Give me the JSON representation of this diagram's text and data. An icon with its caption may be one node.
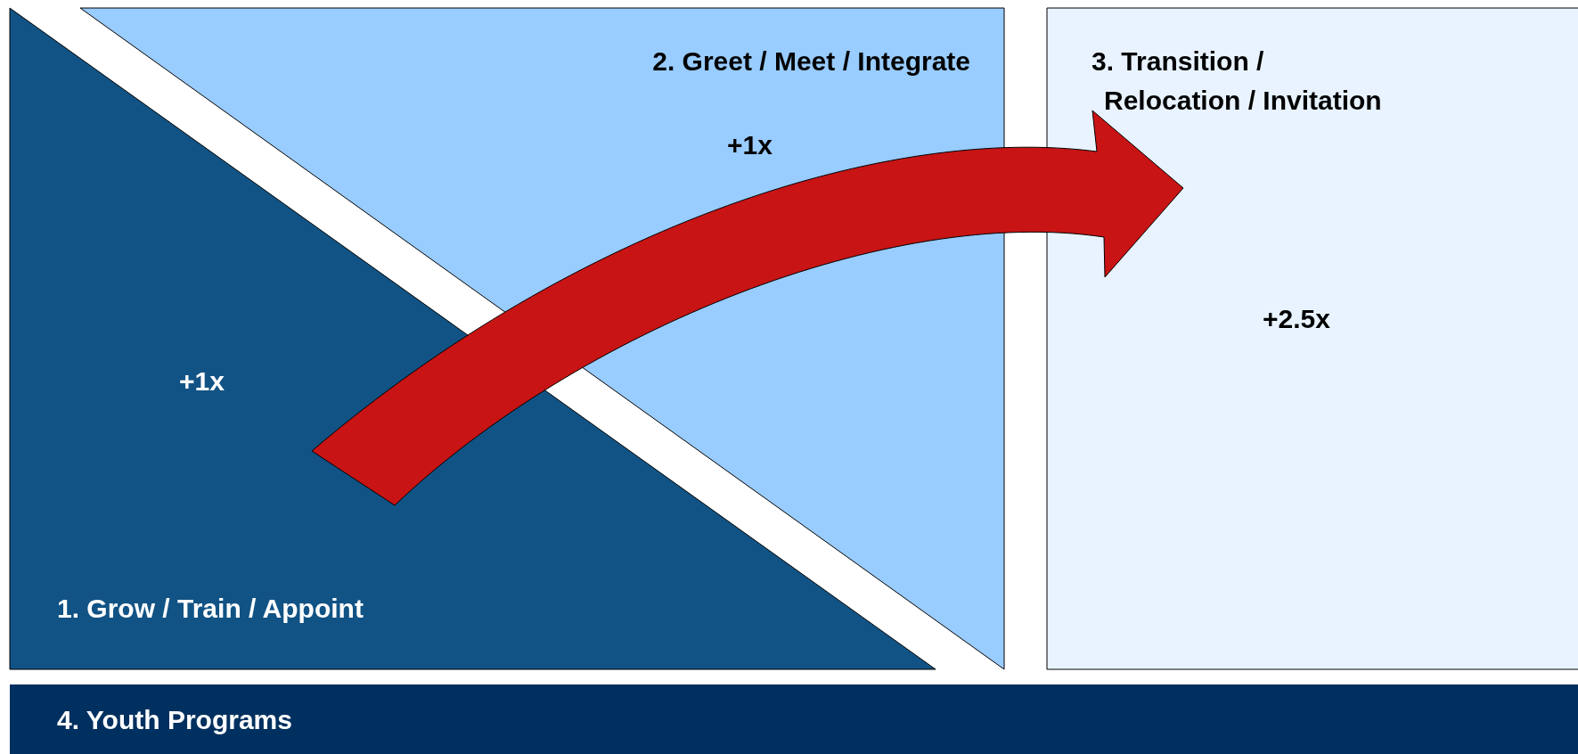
{
  "diagram": {
    "nodes": [
      {
        "text": [
          "+1x",
          "1. Grow / Train / Appoint"
        ]
      },
      {
        "text": [
          "2. Greet / Meet / Integrate",
          "+1x"
        ]
      },
      {
        "text": [
          "3. Transition / Relocation / Invitation",
          "+2.5x"
        ]
      },
      {
        "text": [
          "4. Youth Programs"
        ]
      }
    ],
    "edges": [
      {
        "from": 0,
        "to": 2,
        "arrow": "to",
        "style": "thick",
        "color": "#c81414"
      }
    ]
  }
}
